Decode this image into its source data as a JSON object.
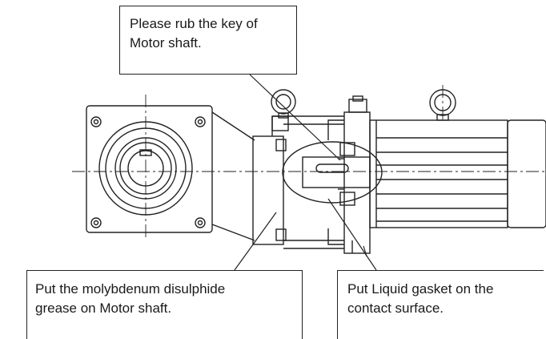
{
  "callouts": {
    "key": {
      "lines": [
        "Please rub the key of",
        "Motor shaft."
      ]
    },
    "grease": {
      "lines": [
        "Put the molybdenum disulphide",
        "grease on Motor shaft."
      ]
    },
    "gasket": {
      "lines": [
        "Put Liquid gasket on the",
        "contact surface."
      ]
    }
  },
  "colors": {
    "ink": "#1a1a1a",
    "stroke": "#222222",
    "background": "#ffffff"
  }
}
